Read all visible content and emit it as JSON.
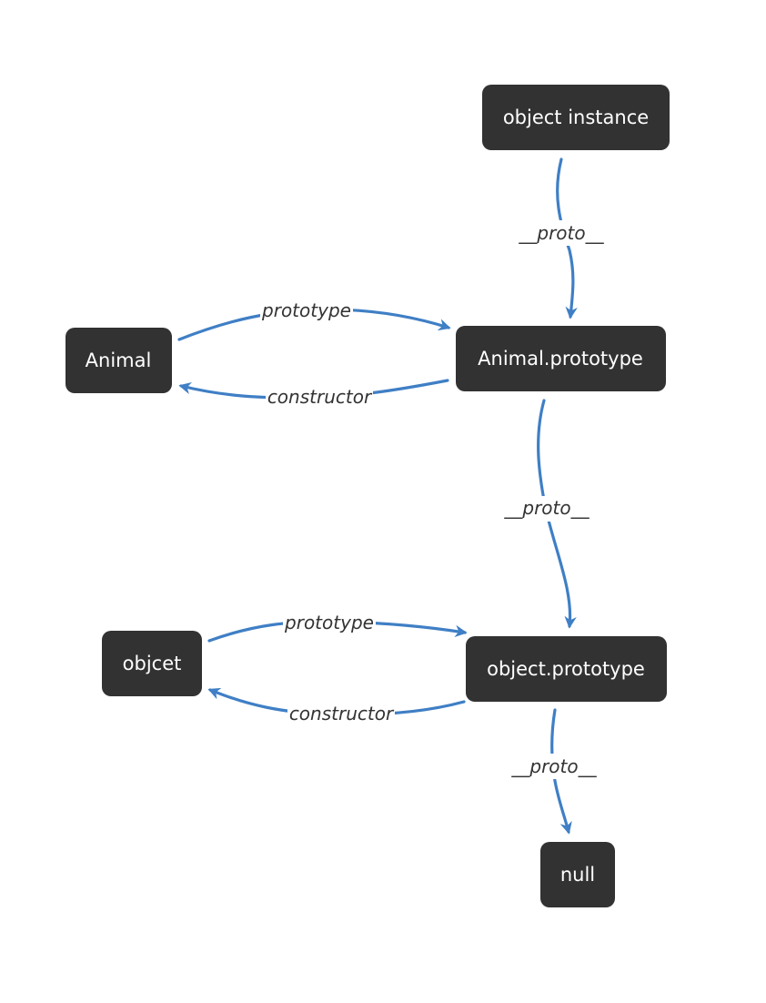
{
  "colors": {
    "node_fill": "#323232",
    "node_text": "#ffffff",
    "edge": "#3f7fc5",
    "edge_label": "#333333"
  },
  "nodes": {
    "object_instance": "object instance",
    "animal": "Animal",
    "animal_prototype": "Animal.prototype",
    "objcet": "objcet",
    "object_prototype": "object.prototype",
    "null": "null"
  },
  "edges": {
    "instance_proto": "__proto__",
    "animal_prototype": "prototype",
    "animal_constructor": "constructor",
    "animal_prototype_proto": "__proto__",
    "objcet_prototype": "prototype",
    "objcet_constructor": "constructor",
    "object_prototype_proto": "__proto__"
  }
}
